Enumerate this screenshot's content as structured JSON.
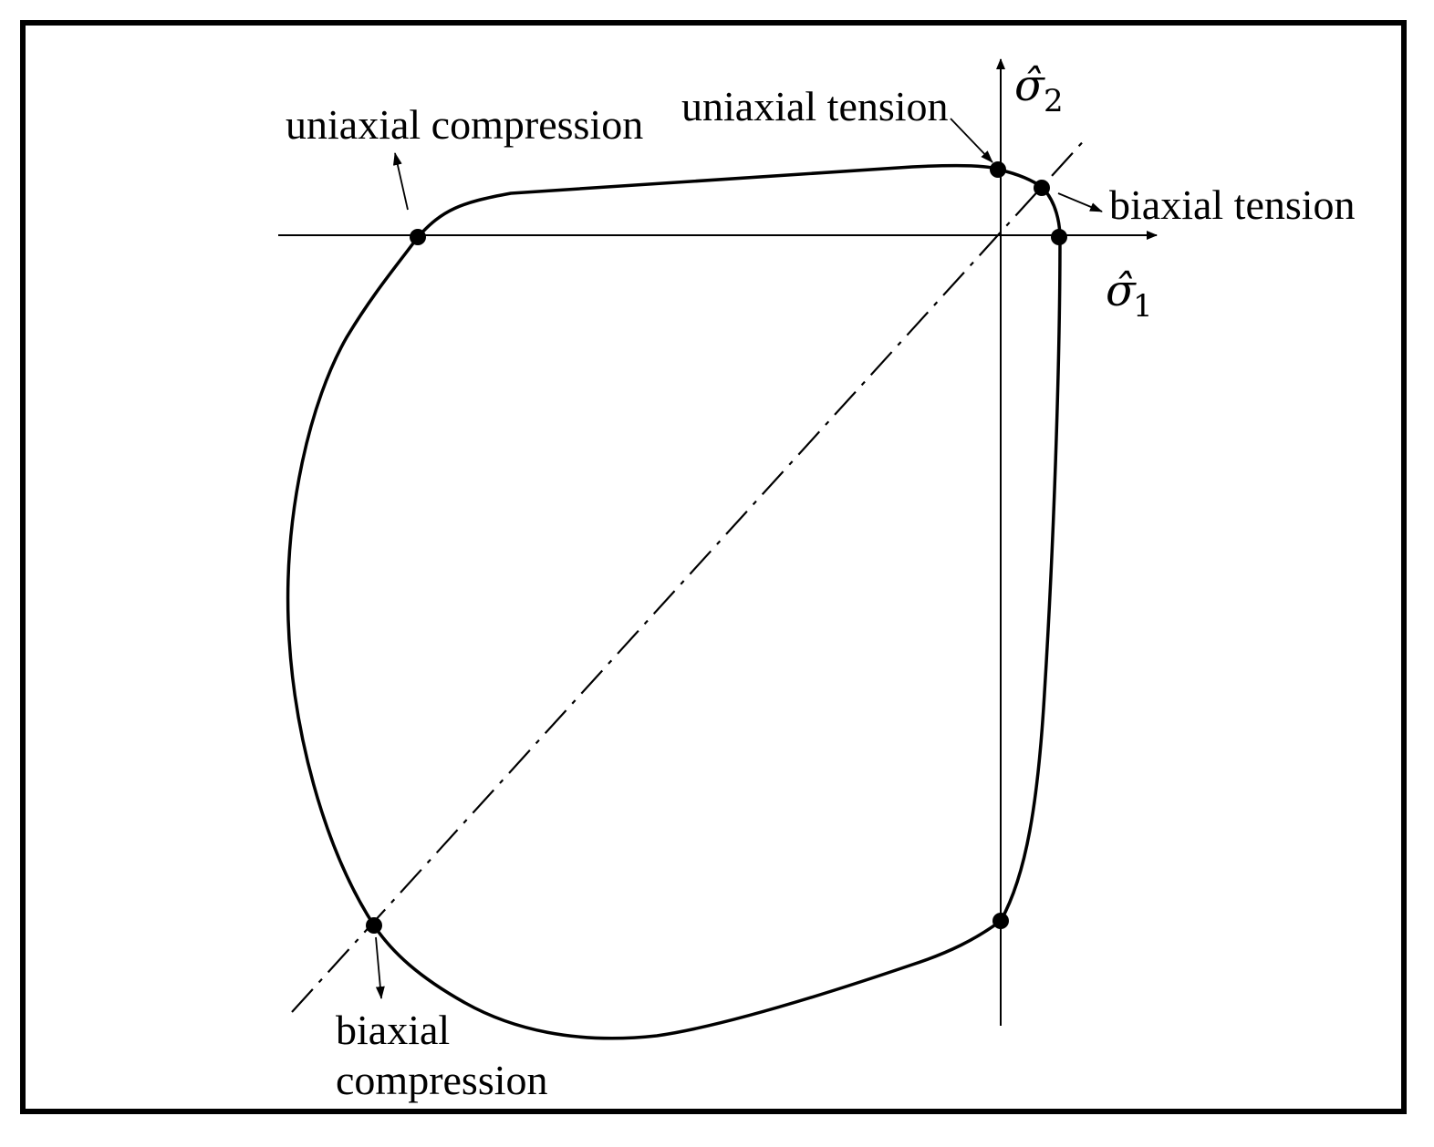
{
  "axes": {
    "x_symbol": "σ̂",
    "x_subscript": "1",
    "y_symbol": "σ̂",
    "y_subscript": "2"
  },
  "labels": {
    "uniaxial_compression": "uniaxial compression",
    "uniaxial_tension": "uniaxial tension",
    "biaxial_tension": "biaxial tension",
    "biaxial_compression_line1": "biaxial",
    "biaxial_compression_line2": "compression"
  },
  "colors": {
    "stroke": "#000000",
    "background": "#ffffff"
  }
}
